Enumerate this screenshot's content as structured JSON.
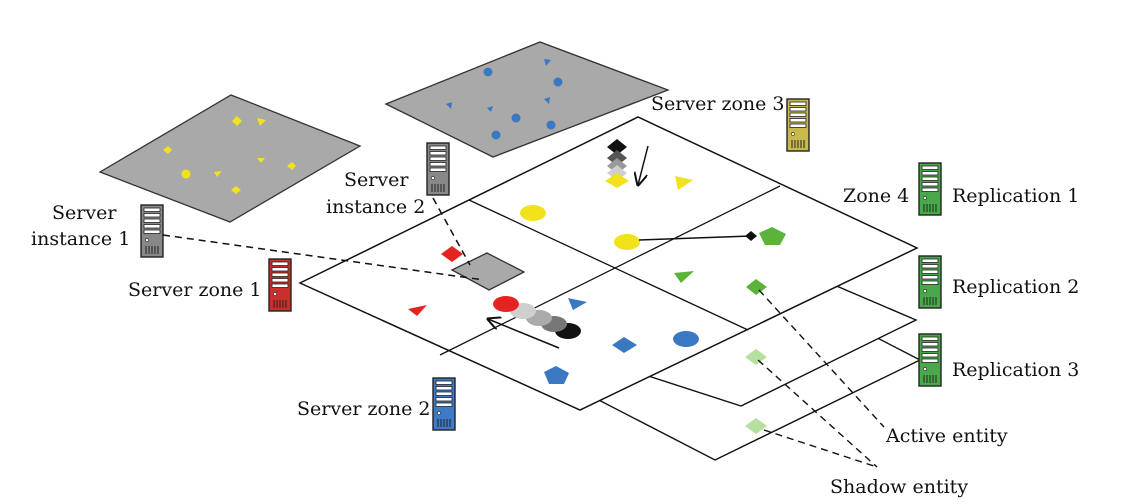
{
  "labels": {
    "server_zone_3": "Server zone 3",
    "server": "Server",
    "instance_2": "instance 2",
    "server_label_1": "Server",
    "instance_1": "instance 1",
    "server_zone_1": "Server zone 1",
    "server_zone_2": "Server zone 2",
    "zone_4": "Zone 4",
    "replication_1": "Replication 1",
    "replication_2": "Replication 2",
    "replication_3": "Replication 3",
    "active_entity": "Active entity",
    "shadow_entity": "Shadow entity"
  },
  "colors": {
    "zone1_server": "#c9302c",
    "zone2_server": "#3d7ac7",
    "zone3_server": "#c9b84a",
    "zone4_server": "#4aa84a",
    "instance_server": "#888888",
    "instance_plane": "#a9a9a9",
    "entity_yellow": "#f2e21c",
    "entity_red": "#e52222",
    "entity_blue": "#3a78c2",
    "entity_green": "#5cb33a",
    "entity_shadow_green": "#b6dfa0"
  },
  "icons": {
    "server": "server-tower-icon"
  }
}
